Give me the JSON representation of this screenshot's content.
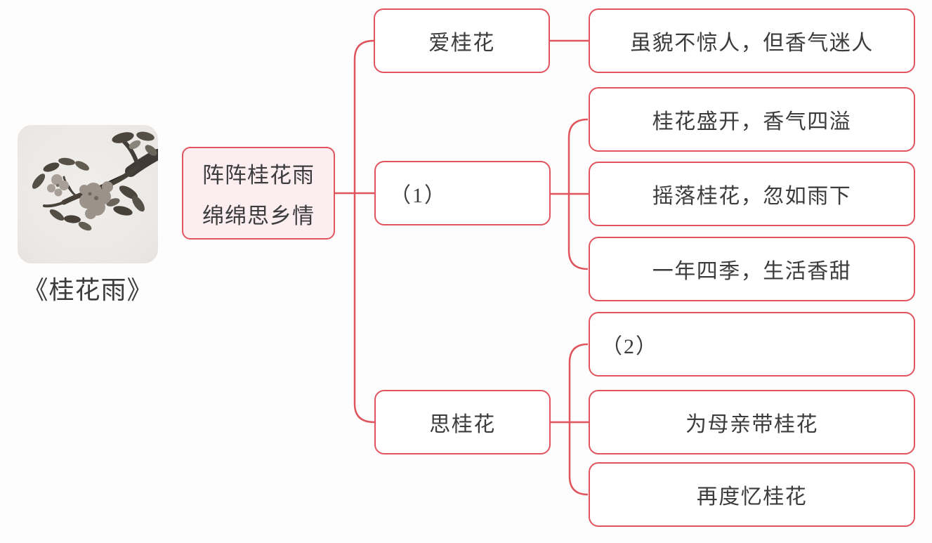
{
  "caption": "《桂花雨》",
  "root": {
    "line1": "阵阵桂花雨",
    "line2": "绵绵思乡情"
  },
  "branches": [
    {
      "label": "爱桂花",
      "children": [
        "虽貌不惊人，但香气迷人"
      ]
    },
    {
      "label": "（1）",
      "children": [
        "桂花盛开，香气四溢",
        "摇落桂花，忽如雨下",
        "一年四季，生活香甜"
      ]
    },
    {
      "label": "思桂花",
      "children": [
        "（2）",
        "为母亲带桂花",
        "再度忆桂花"
      ]
    }
  ],
  "illustration": "osmanthus-branch-ink-drawing",
  "colors": {
    "line": "#e0545e",
    "root_fill": "#fcedf0",
    "text": "#3c3c3c",
    "background": "#fefdfd"
  }
}
